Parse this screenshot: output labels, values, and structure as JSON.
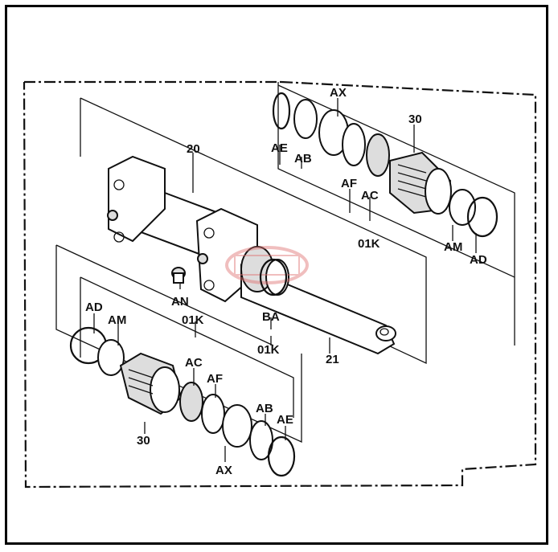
{
  "labels": {
    "ax_top": "AX",
    "p30_top": "30",
    "ae_top": "AE",
    "ab_top": "AB",
    "af_top": "AF",
    "ac_top": "AC",
    "k01_top": "01K",
    "am_top": "AM",
    "ad_top": "AD",
    "p20": "20",
    "an": "AN",
    "k01_mid": "01K",
    "ba": "BA",
    "k01_ba": "01K",
    "p21": "21",
    "ad_bot": "AD",
    "am_bot": "AM",
    "ac_bot": "AC",
    "af_bot": "AF",
    "p30_bot": "30",
    "ab_bot": "AB",
    "ae_bot": "AE",
    "ax_bot": "AX"
  }
}
